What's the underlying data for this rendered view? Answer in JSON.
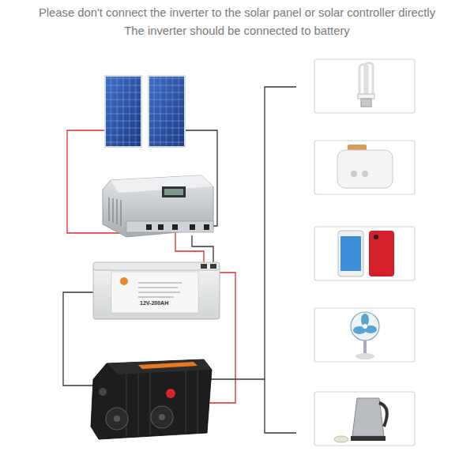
{
  "diagram": {
    "title": "Please don't connect the inverter to the solar panel or solar controller directly",
    "labels": [
      "The inverter should be connected to battery",
      "12V-200AH"
    ]
  }
}
